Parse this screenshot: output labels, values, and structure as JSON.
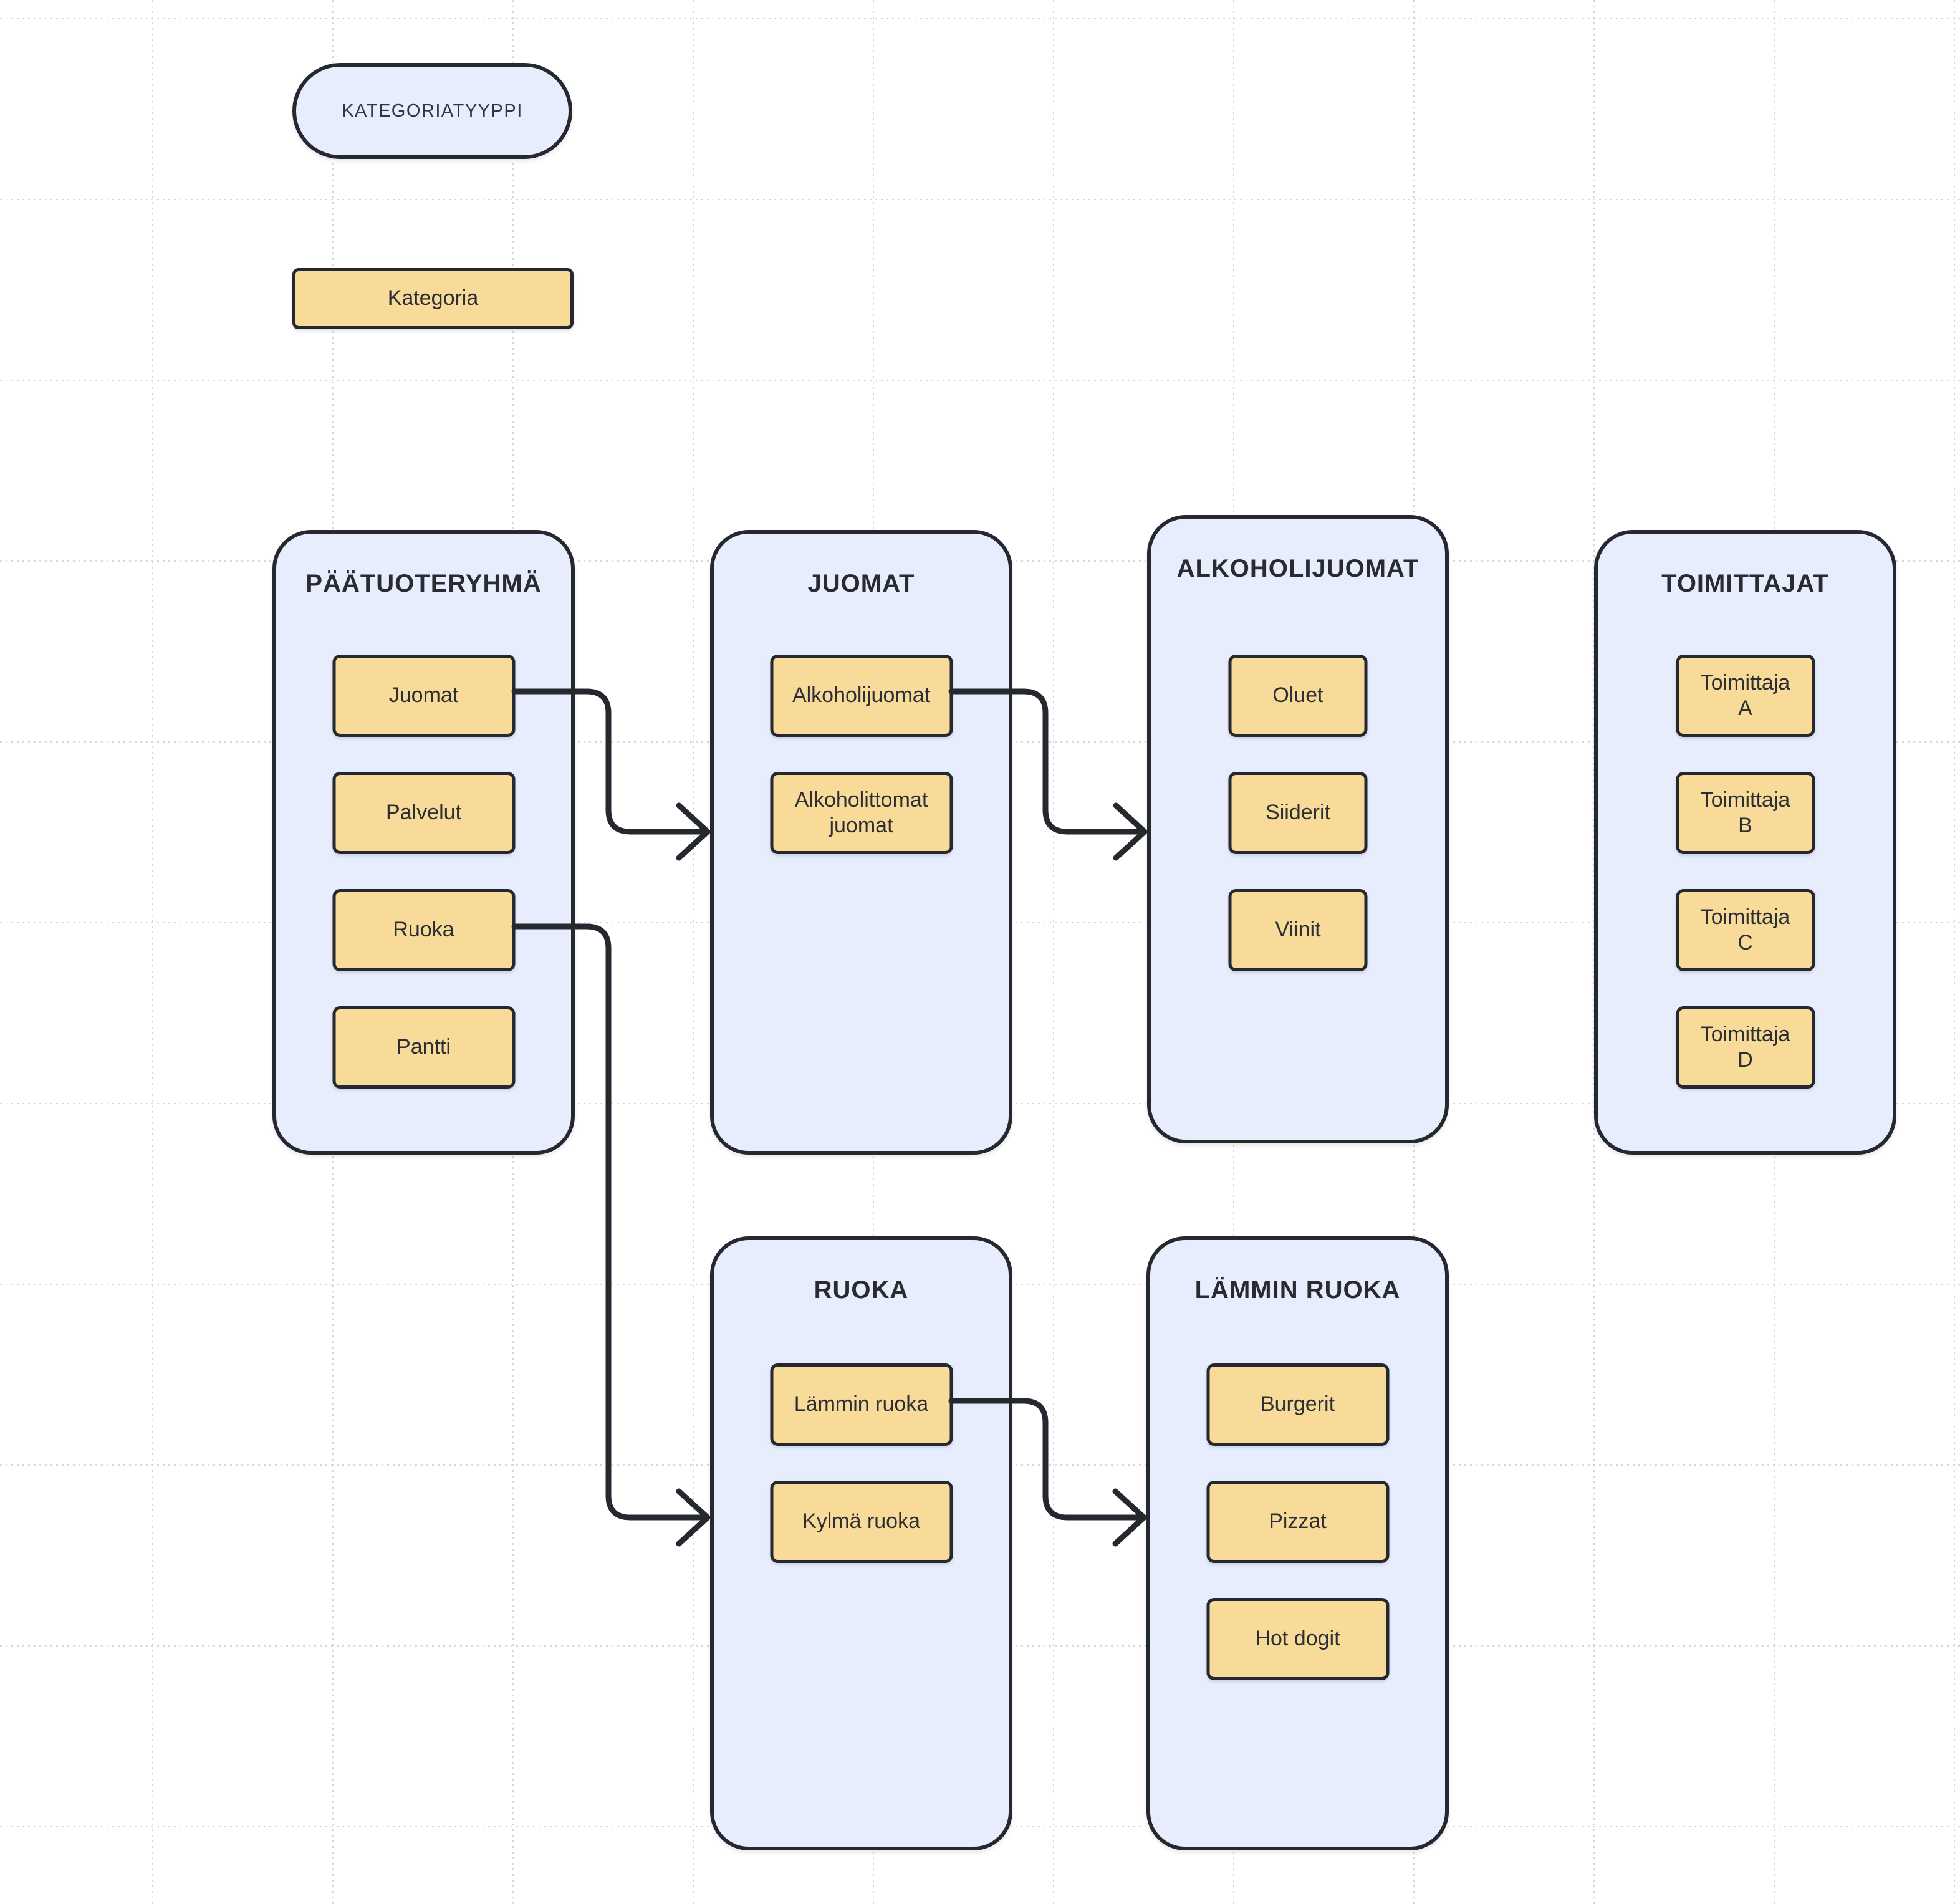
{
  "diagram": {
    "legend": {
      "category_type_label": "KATEGORIATYYPPI",
      "category_label": "Kategoria"
    },
    "groups": [
      {
        "title": "PÄÄTUOTERYHMÄ",
        "items": [
          "Juomat",
          "Palvelut",
          "Ruoka",
          "Pantti"
        ]
      },
      {
        "title": "JUOMAT",
        "items": [
          "Alkoholijuomat",
          "Alkoholittomat juomat"
        ]
      },
      {
        "title": "ALKOHOLIJUOMAT",
        "items": [
          "Oluet",
          "Siiderit",
          "Viinit"
        ]
      },
      {
        "title": "TOIMITTAJAT",
        "items": [
          "Toimittaja A",
          "Toimittaja B",
          "Toimittaja C",
          "Toimittaja D"
        ]
      },
      {
        "title": "RUOKA",
        "items": [
          "Lämmin ruoka",
          "Kylmä ruoka"
        ]
      },
      {
        "title": "LÄMMIN RUOKA",
        "items": [
          "Burgerit",
          "Pizzat",
          "Hot dogit"
        ]
      }
    ],
    "connections": [
      {
        "from": "Juomat",
        "to": "JUOMAT"
      },
      {
        "from": "Alkoholijuomat",
        "to": "ALKOHOLIJUOMAT"
      },
      {
        "from": "Ruoka",
        "to": "RUOKA"
      },
      {
        "from": "Lämmin ruoka",
        "to": "LÄMMIN RUOKA"
      }
    ],
    "colors": {
      "background": "#ffffff",
      "grid": "#c9cdd5",
      "container_fill": "#e7edfc",
      "node_fill": "#f8db98",
      "stroke": "#25282e",
      "text": "#2b2e34"
    }
  }
}
